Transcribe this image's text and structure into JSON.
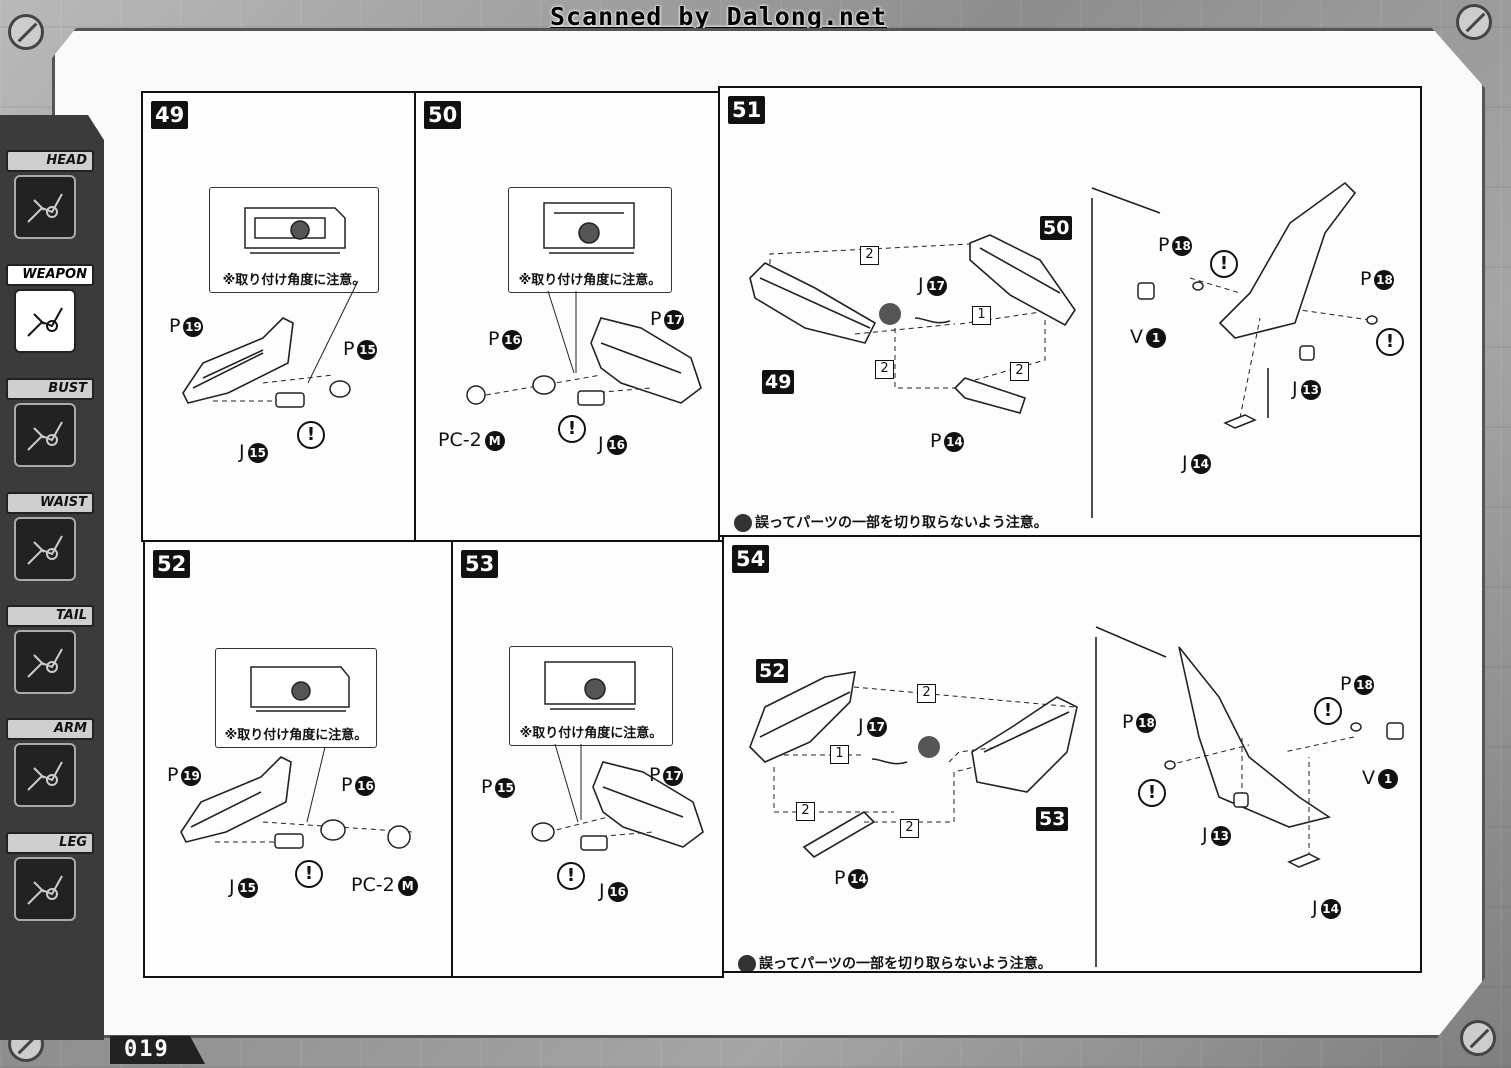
{
  "header": {
    "scan_text": "Scanned by Dalong.net"
  },
  "page_number": "019",
  "sidebar": {
    "tabs": [
      {
        "label": "HEAD",
        "icon": "head-icon"
      },
      {
        "label": "WEAPON",
        "icon": "weapon-icon",
        "active": true
      },
      {
        "label": "BUST",
        "icon": "bust-icon"
      },
      {
        "label": "WAIST",
        "icon": "waist-icon"
      },
      {
        "label": "TAIL",
        "icon": "tail-icon"
      },
      {
        "label": "ARM",
        "icon": "arm-icon"
      },
      {
        "label": "LEG",
        "icon": "leg-icon"
      }
    ]
  },
  "steps": {
    "s49": {
      "number": "49",
      "note": "※取り付け角度に注意。",
      "p_main": {
        "letter": "P",
        "num": "19"
      },
      "p_part": {
        "letter": "P",
        "num": "15"
      },
      "j_part": {
        "letter": "J",
        "num": "15"
      },
      "warn": "!"
    },
    "s50": {
      "number": "50",
      "note": "※取り付け角度に注意。",
      "p_main": {
        "letter": "P",
        "num": "17"
      },
      "p_part": {
        "letter": "P",
        "num": "16"
      },
      "j_part": {
        "letter": "J",
        "num": "16"
      },
      "pc": {
        "letter": "PC-2",
        "num": "M"
      },
      "warn": "!"
    },
    "s51": {
      "number": "51",
      "ref_a": "50",
      "ref_b": "49",
      "j17": {
        "letter": "J",
        "num": "17"
      },
      "p14": {
        "letter": "P",
        "num": "14"
      },
      "seq": [
        "2",
        "1",
        "2",
        "2"
      ],
      "caution": "誤ってパーツの一部を切り取らないよう注意。",
      "detail": {
        "p18a": {
          "letter": "P",
          "num": "18"
        },
        "p18b": {
          "letter": "P",
          "num": "18"
        },
        "v1": {
          "letter": "V",
          "num": "1"
        },
        "j13": {
          "letter": "J",
          "num": "13"
        },
        "j14": {
          "letter": "J",
          "num": "14"
        }
      }
    },
    "s52": {
      "number": "52",
      "note": "※取り付け角度に注意。",
      "p_main": {
        "letter": "P",
        "num": "19"
      },
      "p_part": {
        "letter": "P",
        "num": "16"
      },
      "j_part": {
        "letter": "J",
        "num": "15"
      },
      "pc": {
        "letter": "PC-2",
        "num": "M"
      },
      "warn": "!"
    },
    "s53": {
      "number": "53",
      "note": "※取り付け角度に注意。",
      "p_main": {
        "letter": "P",
        "num": "17"
      },
      "p_part": {
        "letter": "P",
        "num": "15"
      },
      "j_part": {
        "letter": "J",
        "num": "16"
      },
      "warn": "!"
    },
    "s54": {
      "number": "54",
      "ref_a": "52",
      "ref_b": "53",
      "j17": {
        "letter": "J",
        "num": "17"
      },
      "p14": {
        "letter": "P",
        "num": "14"
      },
      "seq": [
        "2",
        "1",
        "2",
        "2"
      ],
      "caution": "誤ってパーツの一部を切り取らないよう注意。",
      "detail": {
        "p18a": {
          "letter": "P",
          "num": "18"
        },
        "p18b": {
          "letter": "P",
          "num": "18"
        },
        "v1": {
          "letter": "V",
          "num": "1"
        },
        "j13": {
          "letter": "J",
          "num": "13"
        },
        "j14": {
          "letter": "J",
          "num": "14"
        }
      }
    }
  },
  "colors": {
    "ink": "#111111",
    "paper": "#fdfdfd",
    "frame": "#3b3b3b"
  }
}
